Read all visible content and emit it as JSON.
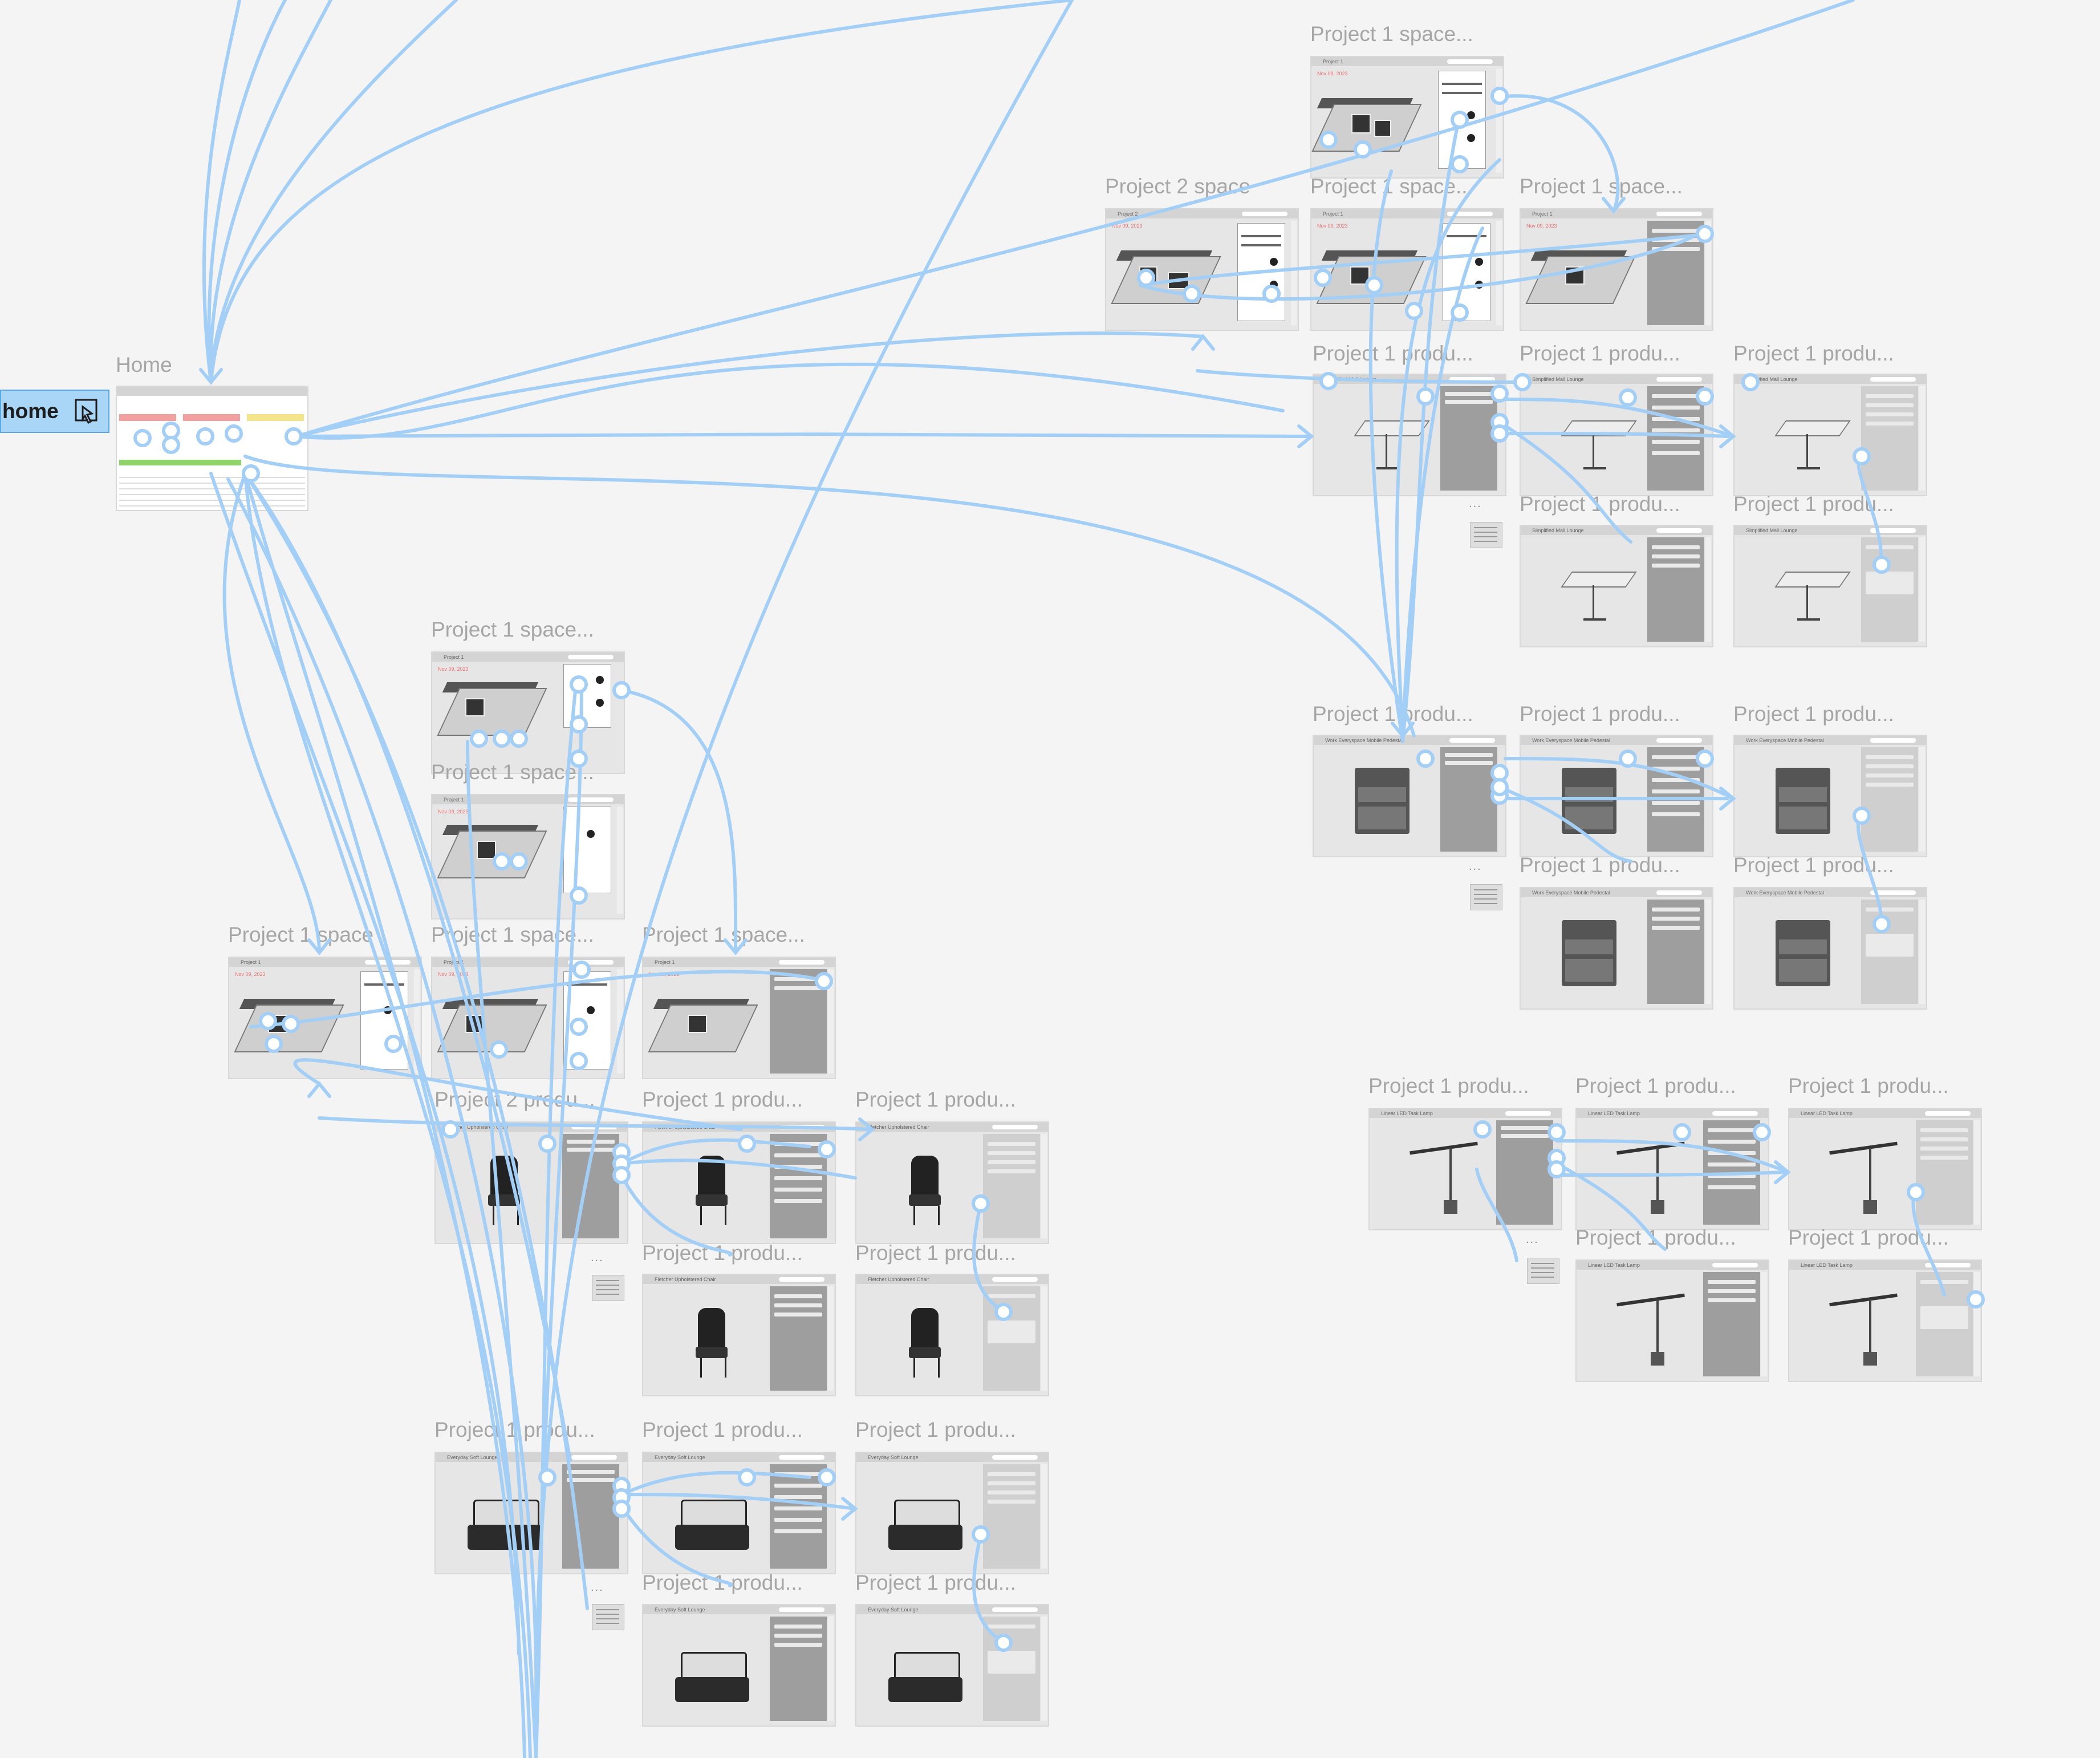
{
  "flow_start": {
    "label": "home"
  },
  "frames": {
    "home": {
      "label": "Home"
    },
    "p2space": {
      "label": "Project 2 space",
      "title": "Project 2",
      "date": "Nov 09, 2023"
    },
    "p1sp_top": {
      "label": "Project 1 space...",
      "title": "Project 1",
      "date": "Nov 09, 2023"
    },
    "p1sp_a": {
      "label": "Project 1 space...",
      "title": "Project 1",
      "date": "Nov 09, 2023"
    },
    "p1sp_b": {
      "label": "Project 1 space...",
      "title": "Project 1",
      "date": "Nov 09, 2023"
    },
    "p1sp_left1": {
      "label": "Project 1 space...",
      "title": "Project 1",
      "date": "Nov 09, 2023"
    },
    "p1sp_left2": {
      "label": "Project 1 space...",
      "title": "Project 1",
      "date": "Nov 09, 2023"
    },
    "p1space": {
      "label": "Project 1 space",
      "title": "Project 1",
      "date": "Nov 09, 2023"
    },
    "p1sp_m1": {
      "label": "Project 1 space...",
      "title": "Project 1",
      "date": "Nov 09, 2023"
    },
    "p1sp_m2": {
      "label": "Project 1 space...",
      "title": "Project 1",
      "date": "Nov 09, 2023"
    },
    "desk1": {
      "label": "Project 1 produ...",
      "title": "Simplified Mall Lounge"
    },
    "desk2": {
      "label": "Project 1 produ...",
      "title": "Simplified Mall Lounge"
    },
    "desk3": {
      "label": "Project 1 produ...",
      "title": "Simplified Mall Lounge"
    },
    "desk4": {
      "label": "Project 1 produ...",
      "title": "Simplified Mall Lounge"
    },
    "desk5": {
      "label": "Project 1 produ...",
      "title": "Simplified Mall Lounge"
    },
    "cab1": {
      "label": "Project 1 produ...",
      "title": "Work Everyspace Mobile Pedestal"
    },
    "cab2": {
      "label": "Project 1 produ...",
      "title": "Work Everyspace Mobile Pedestal"
    },
    "cab3": {
      "label": "Project 1 produ...",
      "title": "Work Everyspace Mobile Pedestal"
    },
    "cab4": {
      "label": "Project 1 produ...",
      "title": "Work Everyspace Mobile Pedestal"
    },
    "cab5": {
      "label": "Project 1 produ...",
      "title": "Work Everyspace Mobile Pedestal"
    },
    "chair1": {
      "label": "Project 2 produ...",
      "title": "Fletcher Upholstered Chair"
    },
    "chair2": {
      "label": "Project 1 produ...",
      "title": "Fletcher Upholstered Chair"
    },
    "chair3": {
      "label": "Project 1 produ...",
      "title": "Fletcher Upholstered Chair"
    },
    "chair4": {
      "label": "Project 1 produ...",
      "title": "Fletcher Upholstered Chair"
    },
    "chair5": {
      "label": "Project 1 produ...",
      "title": "Fletcher Upholstered Chair"
    },
    "sofa1": {
      "label": "Project 1 produ...",
      "title": "Everyday Soft Lounge"
    },
    "sofa2": {
      "label": "Project 1 produ...",
      "title": "Everyday Soft Lounge"
    },
    "sofa3": {
      "label": "Project 1 produ...",
      "title": "Everyday Soft Lounge"
    },
    "sofa4": {
      "label": "Project 1 produ...",
      "title": "Everyday Soft Lounge"
    },
    "sofa5": {
      "label": "Project 1 produ...",
      "title": "Everyday Soft Lounge"
    },
    "lamp1": {
      "label": "Project 1 produ...",
      "title": "Linear LED Task Lamp"
    },
    "lamp2": {
      "label": "Project 1 produ...",
      "title": "Linear LED Task Lamp"
    },
    "lamp3": {
      "label": "Project 1 produ...",
      "title": "Linear LED Task Lamp"
    },
    "lamp4": {
      "label": "Project 1 produ...",
      "title": "Linear LED Task Lamp"
    },
    "lamp5": {
      "label": "Project 1 produ...",
      "title": "Linear LED Task Lamp"
    }
  },
  "colors": {
    "connector": "#a3cff6",
    "flow_start": "#a9d5f7",
    "canvas": "#f4f4f4",
    "label": "#a6a6a6"
  },
  "icons": {
    "prototype": "play-frame-icon"
  }
}
